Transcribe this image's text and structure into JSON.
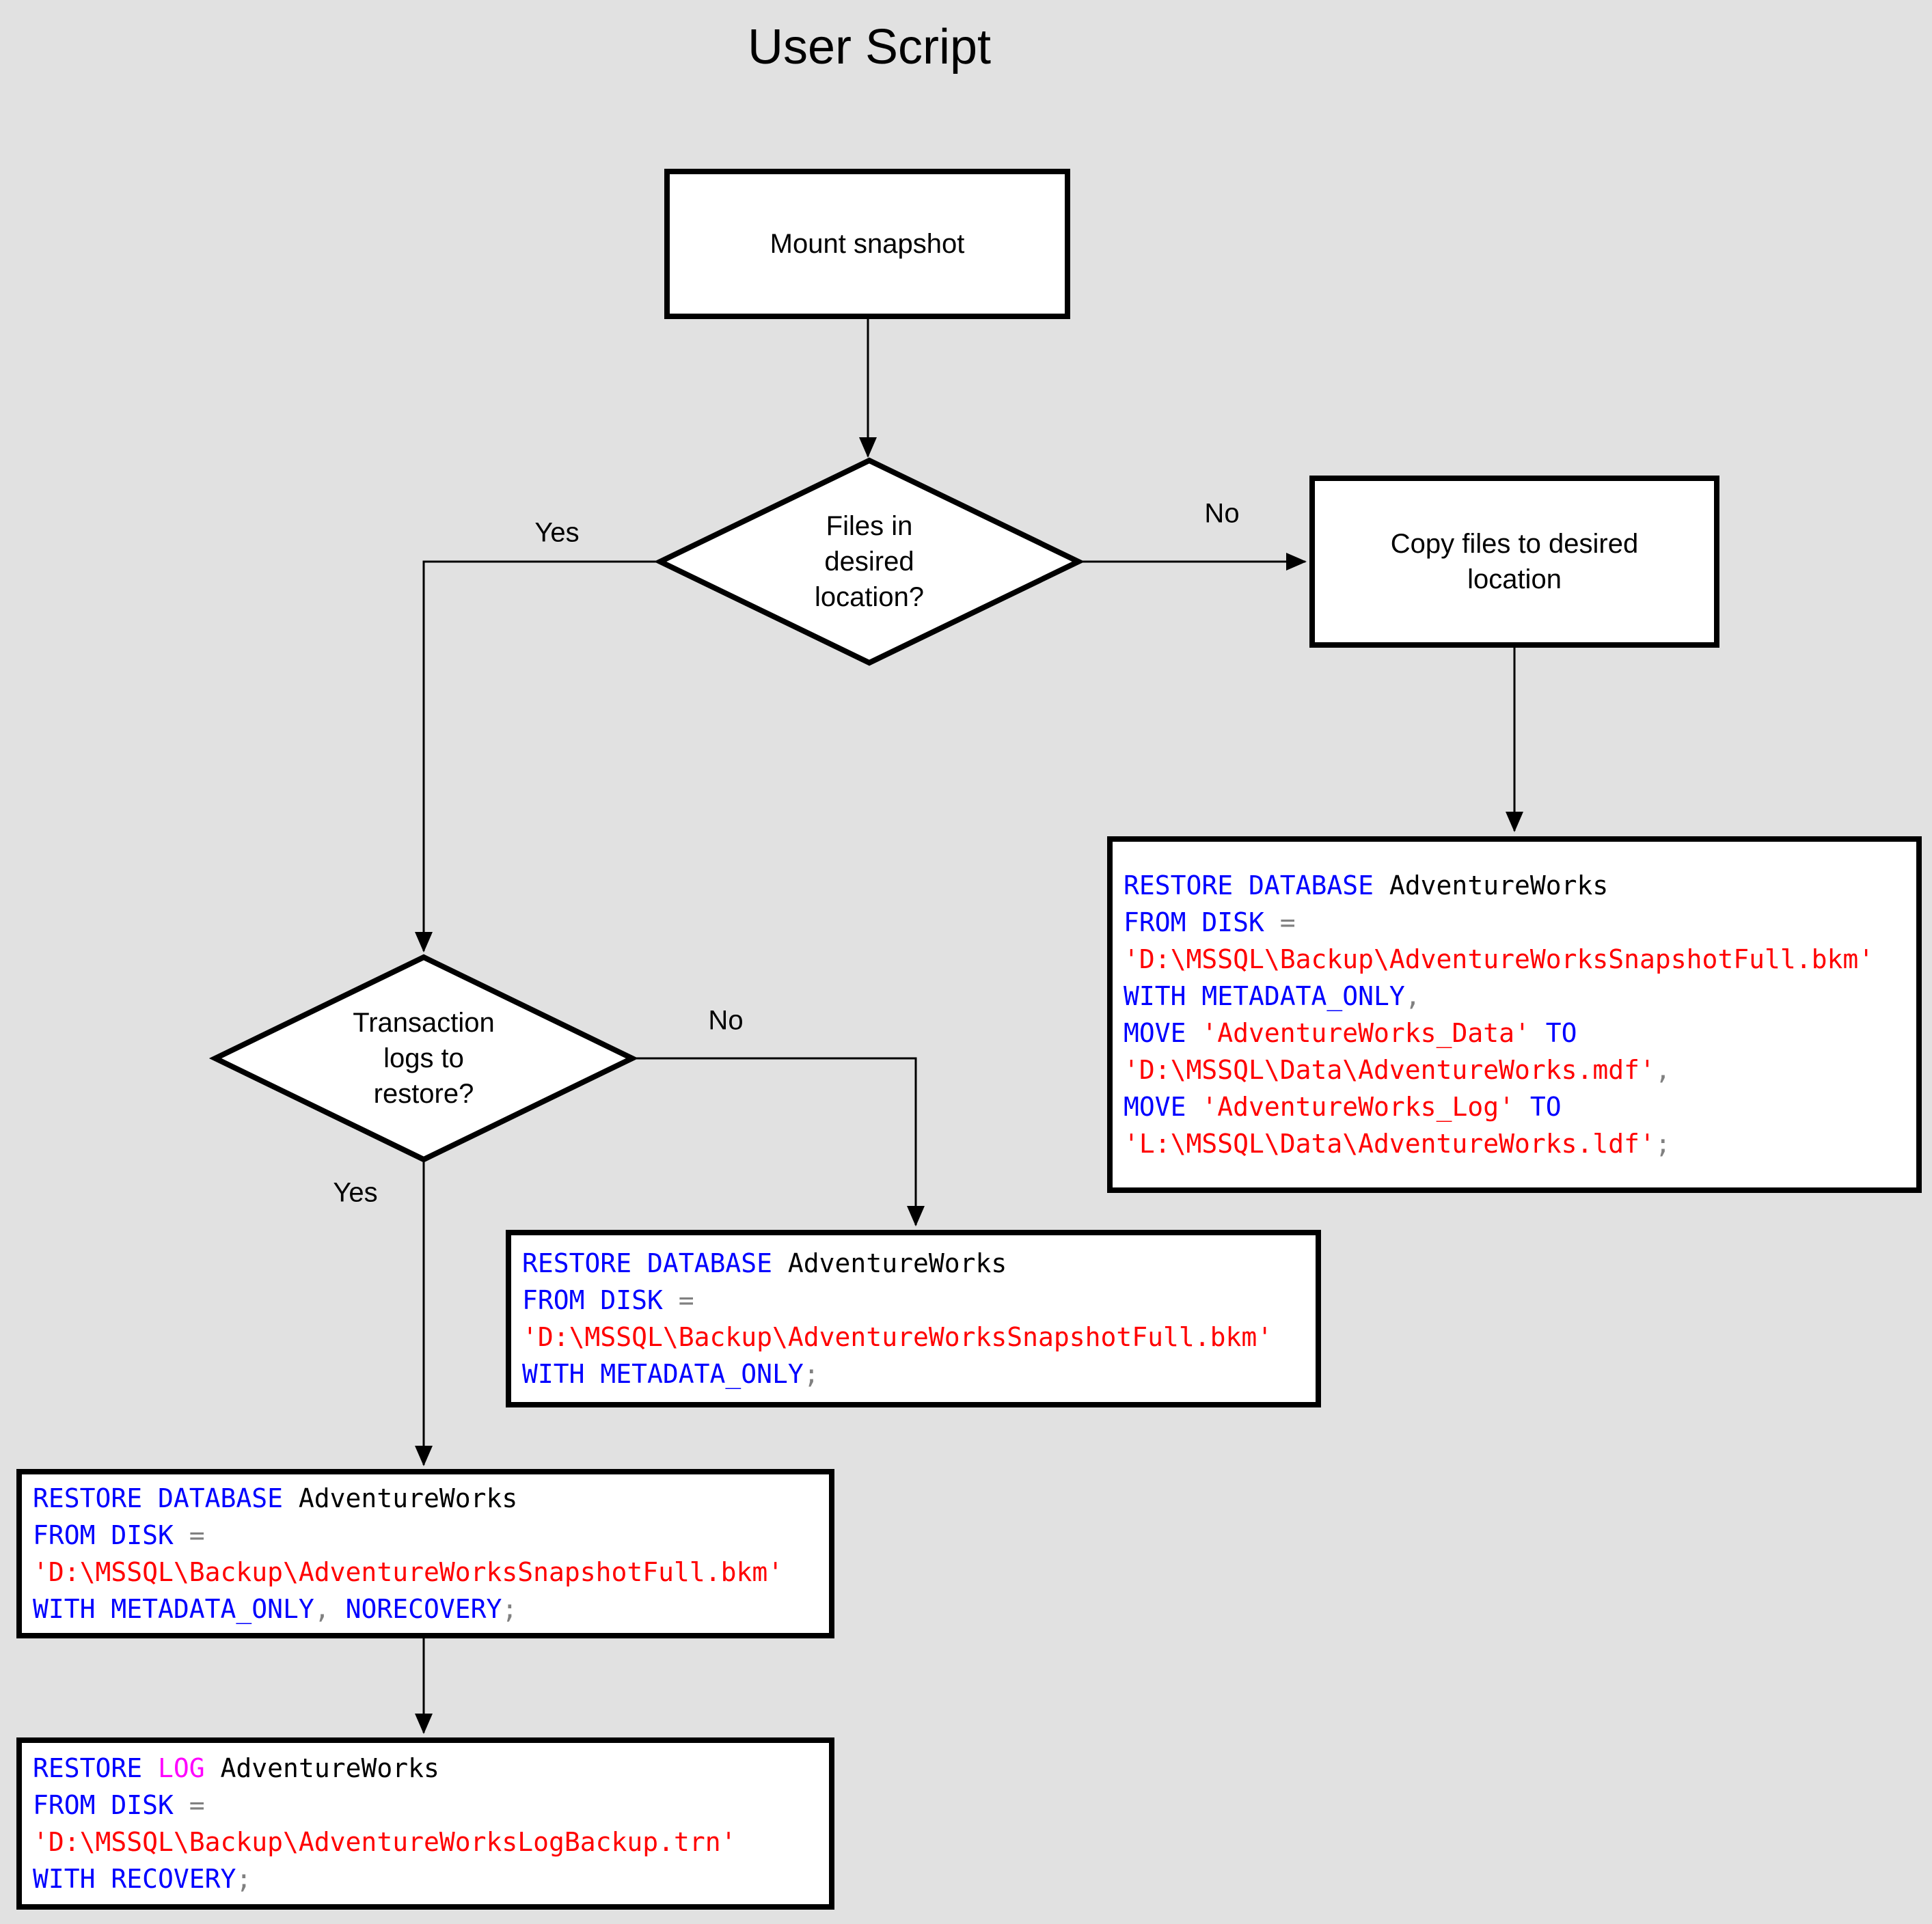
{
  "title": "User Script",
  "colors": {
    "background": "#e1e1e1",
    "node_fill": "#ffffff",
    "node_border": "#000000",
    "keyword": "#0000ff",
    "string": "#ff0000",
    "operator": "#808080",
    "identifier": "#000000",
    "log_keyword": "#ff00ff",
    "label_color": "#000000"
  },
  "nodes": {
    "mount_snapshot": {
      "label": "Mount snapshot"
    },
    "decision_files": {
      "lines": [
        "Files in",
        "desired",
        "location?"
      ]
    },
    "copy_files": {
      "lines": [
        "Copy files to desired",
        "location"
      ]
    },
    "decision_logs": {
      "lines": [
        "Transaction",
        "logs to",
        "restore?"
      ]
    }
  },
  "edge_labels": {
    "files_yes": "Yes",
    "files_no": "No",
    "logs_yes": "Yes",
    "logs_no": "No"
  },
  "code_blocks": {
    "restore_move": {
      "lines": [
        [
          [
            "k",
            "RESTORE DATABASE"
          ],
          [
            "i",
            " AdventureWorks"
          ]
        ],
        [
          [
            "k",
            "FROM DISK"
          ],
          [
            "o",
            " ="
          ]
        ],
        [
          [
            "s",
            "'D:\\MSSQL\\Backup\\AdventureWorksSnapshotFull.bkm'"
          ]
        ],
        [
          [
            "k",
            "WITH METADATA_ONLY"
          ],
          [
            "o",
            ","
          ]
        ],
        [
          [
            "k",
            "MOVE"
          ],
          [
            "s",
            " 'AdventureWorks_Data'"
          ],
          [
            "k",
            " TO"
          ]
        ],
        [
          [
            "s",
            "'D:\\MSSQL\\Data\\AdventureWorks.mdf'"
          ],
          [
            "o",
            ","
          ]
        ],
        [
          [
            "k",
            "MOVE"
          ],
          [
            "s",
            " 'AdventureWorks_Log'"
          ],
          [
            "k",
            " TO"
          ]
        ],
        [
          [
            "s",
            "'L:\\MSSQL\\Data\\AdventureWorks.ldf'"
          ],
          [
            "o",
            ";"
          ]
        ]
      ]
    },
    "restore_metadata_only": {
      "lines": [
        [
          [
            "k",
            "RESTORE DATABASE"
          ],
          [
            "i",
            " AdventureWorks"
          ]
        ],
        [
          [
            "k",
            "FROM DISK"
          ],
          [
            "o",
            " ="
          ]
        ],
        [
          [
            "s",
            "'D:\\MSSQL\\Backup\\AdventureWorksSnapshotFull.bkm'"
          ]
        ],
        [
          [
            "k",
            "WITH METADATA_ONLY"
          ],
          [
            "o",
            ";"
          ]
        ]
      ]
    },
    "restore_norecovery": {
      "lines": [
        [
          [
            "k",
            "RESTORE DATABASE"
          ],
          [
            "i",
            " AdventureWorks"
          ]
        ],
        [
          [
            "k",
            "FROM DISK"
          ],
          [
            "o",
            " ="
          ]
        ],
        [
          [
            "s",
            "'D:\\MSSQL\\Backup\\AdventureWorksSnapshotFull.bkm'"
          ]
        ],
        [
          [
            "k",
            "WITH METADATA_ONLY"
          ],
          [
            "o",
            ","
          ],
          [
            "k",
            " NORECOVERY"
          ],
          [
            "o",
            ";"
          ]
        ]
      ]
    },
    "restore_log": {
      "lines": [
        [
          [
            "k",
            "RESTORE"
          ],
          [
            "m",
            " LOG"
          ],
          [
            "i",
            " AdventureWorks"
          ]
        ],
        [
          [
            "k",
            "FROM DISK"
          ],
          [
            "o",
            " ="
          ]
        ],
        [
          [
            "s",
            "'D:\\MSSQL\\Backup\\AdventureWorksLogBackup.trn'"
          ]
        ],
        [
          [
            "k",
            "WITH RECOVERY"
          ],
          [
            "o",
            ";"
          ]
        ]
      ]
    }
  }
}
